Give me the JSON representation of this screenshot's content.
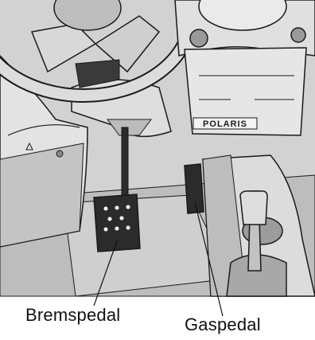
{
  "labels": {
    "brake_pedal": "Bremspedal",
    "gas_pedal": "Gaspedal"
  },
  "logo": {
    "text": "POLARIS"
  },
  "colors": {
    "background": "#ffffff",
    "paint_light": "#dcdcdc",
    "paint_mid": "#a9a9a9",
    "paint_dark": "#2b2b2b",
    "outline": "#1a1a1a"
  }
}
